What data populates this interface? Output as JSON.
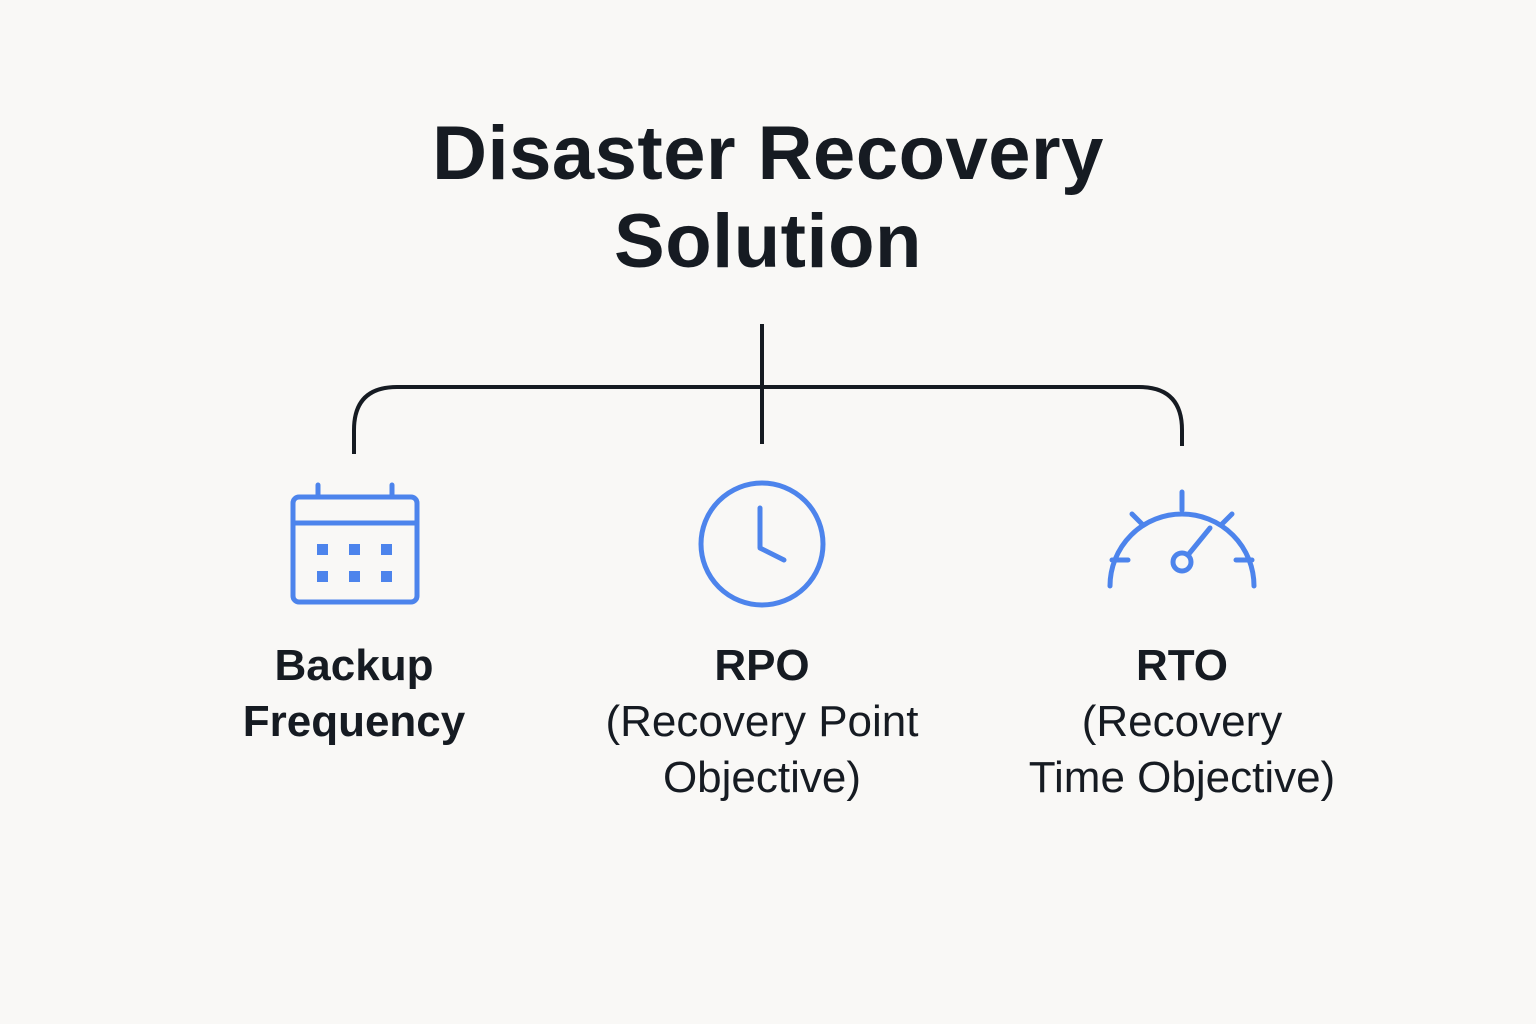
{
  "title": {
    "line1": "Disaster Recovery",
    "line2": "Solution"
  },
  "accent_color": "#4d84ec",
  "line_color": "#161b22",
  "items": [
    {
      "icon": "calendar-icon",
      "label_line1": "Backup",
      "label_line2": "Frequency"
    },
    {
      "icon": "clock-icon",
      "label_line1": "RPO",
      "label_line2": "(Recovery Point",
      "label_line3": "Objective)"
    },
    {
      "icon": "speedometer-icon",
      "label_line1": "RTO",
      "label_line2": "(Recovery",
      "label_line3": "Time Objective)"
    }
  ]
}
